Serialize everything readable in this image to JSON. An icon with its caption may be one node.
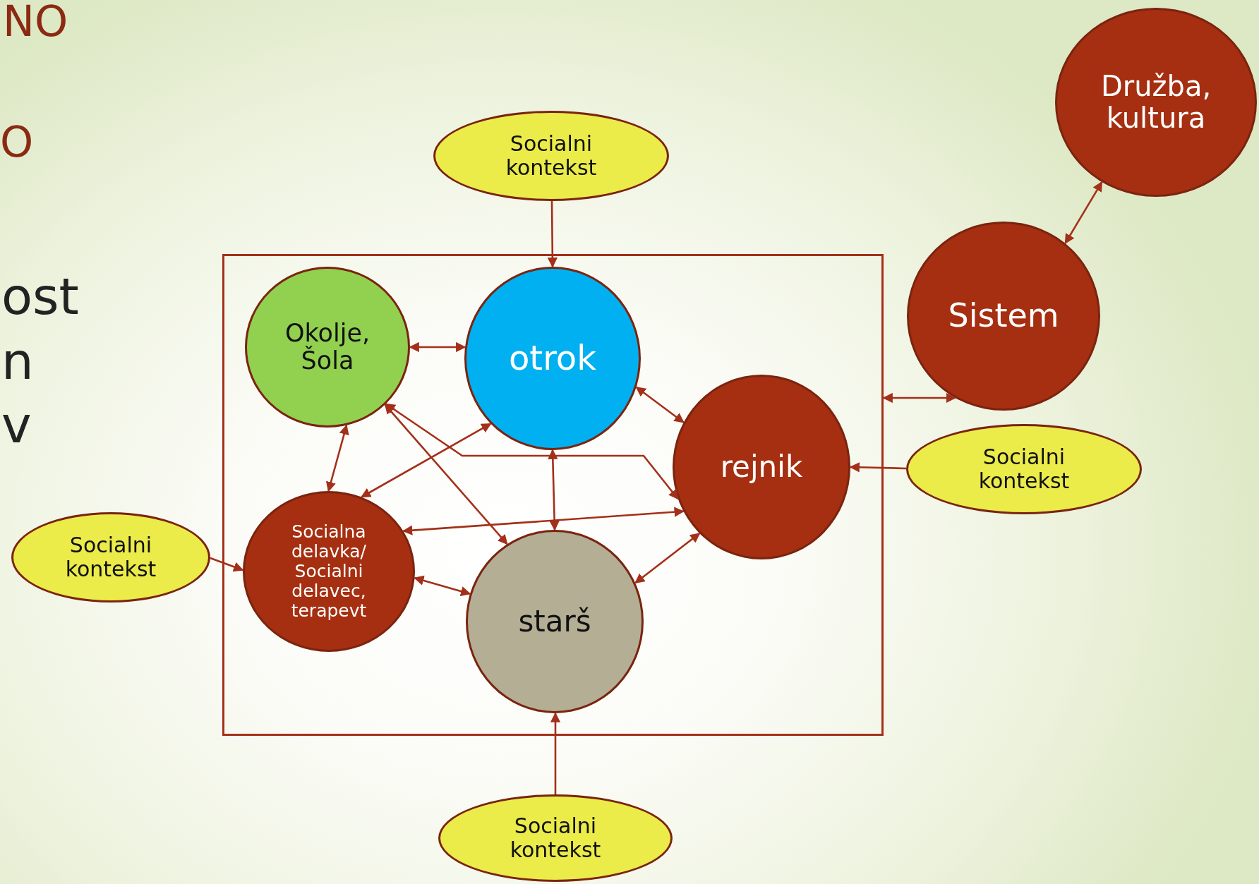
{
  "diagram": {
    "nodes": [
      {
        "text": [
          "Družba, kultura"
        ]
      },
      {
        "text": [
          "Socialni kontekst"
        ]
      },
      {
        "text": [],
        "shape": "box"
      },
      {
        "text": [
          "Okolje, Šola"
        ],
        "in": 2
      },
      {
        "text": [
          "otrok"
        ],
        "in": 2
      },
      {
        "text": [
          "Sistem"
        ]
      },
      {
        "text": [
          "rejnik"
        ],
        "in": 2
      },
      {
        "text": [
          "Socialni kontekst"
        ]
      },
      {
        "text": [
          "Socialni kontekst"
        ]
      },
      {
        "text": [
          "Socialna delavka/ Socialni delavec, terapevt"
        ],
        "in": 2
      },
      {
        "text": [
          "starš"
        ],
        "in": 2
      },
      {
        "text": [
          "Socialni kontekst"
        ]
      }
    ],
    "edges": [
      {
        "from": 1,
        "to": 4,
        "arrow": "to"
      },
      {
        "from": 3,
        "to": 4,
        "arrow": "both"
      },
      {
        "from": 4,
        "to": 6,
        "arrow": "both"
      },
      {
        "from": 3,
        "to": 6,
        "arrow": "both"
      },
      {
        "from": 3,
        "to": 10,
        "arrow": "both"
      },
      {
        "from": 4,
        "to": 9,
        "arrow": "both"
      },
      {
        "from": 4,
        "to": 10,
        "arrow": "both"
      },
      {
        "from": 3,
        "to": 9,
        "arrow": "both"
      },
      {
        "from": 9,
        "to": 6,
        "arrow": "both"
      },
      {
        "from": 9,
        "to": 10,
        "arrow": "both"
      },
      {
        "from": 10,
        "to": 6,
        "arrow": "both"
      },
      {
        "from": 8,
        "to": 9,
        "arrow": "to"
      },
      {
        "from": 11,
        "to": 10,
        "arrow": "to"
      },
      {
        "from": 7,
        "to": 6,
        "arrow": "to"
      },
      {
        "from": 2,
        "to": 5,
        "arrow": "both"
      },
      {
        "from": 5,
        "to": 0,
        "arrow": "both"
      }
    ],
    "labels": [
      "NO",
      "O",
      "ost",
      "n",
      "v"
    ]
  }
}
